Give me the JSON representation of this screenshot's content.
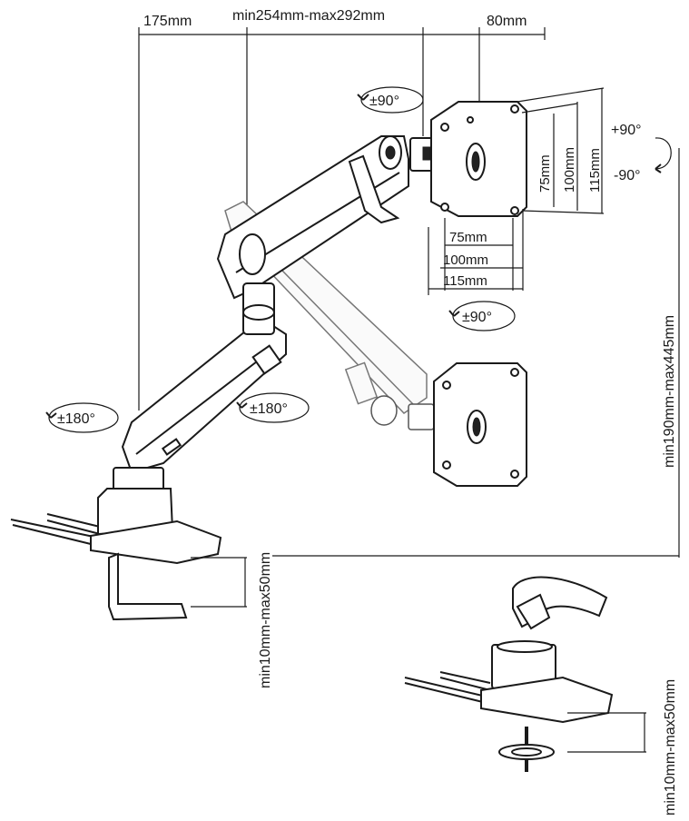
{
  "diagram": {
    "dimensions": {
      "arm_offset": "175mm",
      "arm_extension": "min254mm-max292mm",
      "plate_depth": "80mm",
      "vertical_range": "min190mm-max445mm",
      "clamp_range_main": "min10mm-max50mm",
      "clamp_range_detail": "min10mm-max50mm"
    },
    "vesa": {
      "h75": "75mm",
      "h100": "100mm",
      "h115": "115mm",
      "v75": "75mm",
      "v100": "100mm",
      "v115": "115mm"
    },
    "rotations": {
      "swivel_head": "±90°",
      "rotate_plate": "±90°",
      "tilt_up": "+90°",
      "tilt_down": "-90°",
      "base_swivel": "±180°",
      "elbow_swivel": "±180°"
    }
  }
}
